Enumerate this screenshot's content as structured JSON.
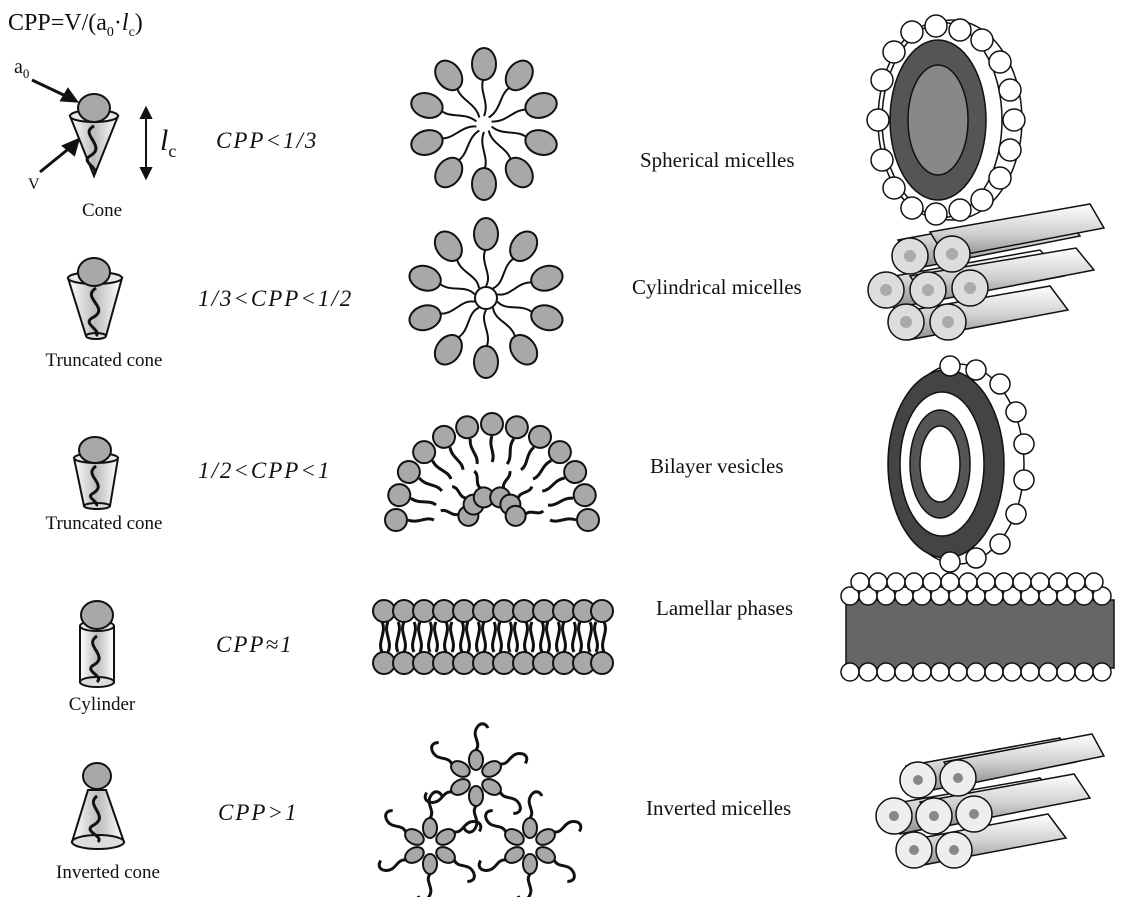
{
  "formula": {
    "lhs": "CPP=V/(a",
    "sub0": "0",
    "dot": "·",
    "l": "l",
    "subc": "c",
    "close": ")"
  },
  "annotations": {
    "a0_main": "a",
    "a0_sub": "0",
    "v": "V",
    "lc_main": "l",
    "lc_sub": "c"
  },
  "rows": [
    {
      "shape": "Cone",
      "cpp": "CPP<1/3",
      "structure": "Spherical micelles"
    },
    {
      "shape": "Truncated cone",
      "cpp": "1/3<CPP<1/2",
      "structure": "Cylindrical micelles"
    },
    {
      "shape": "Truncated cone",
      "cpp": "1/2<CPP<1",
      "structure": "Bilayer vesicles"
    },
    {
      "shape": "Cylinder",
      "cpp": "CPP≈1",
      "structure": "Lamellar phases"
    },
    {
      "shape": "Inverted cone",
      "cpp": "CPP>1",
      "structure": "Inverted micelles"
    }
  ],
  "colors": {
    "head": "#a8a8a8",
    "stroke": "#111111",
    "background": "#ffffff"
  }
}
